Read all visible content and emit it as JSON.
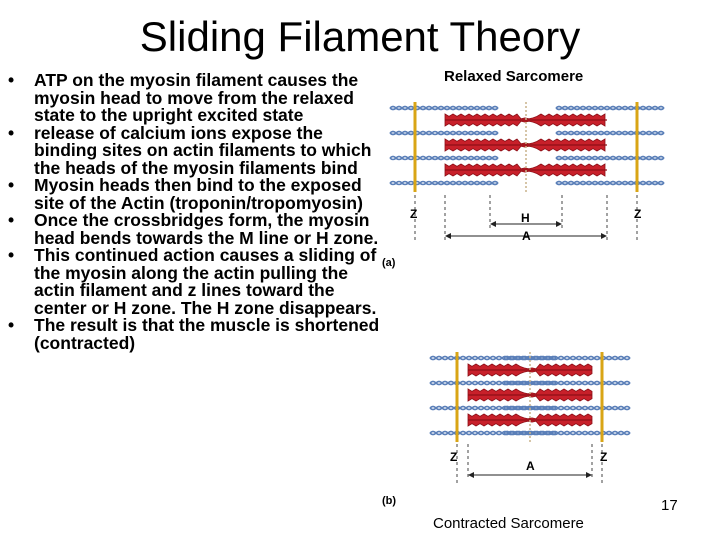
{
  "slide": {
    "title": "Sliding Filament Theory",
    "bullets": [
      "ATP on the myosin filament causes the myosin head to move from the relaxed state to the upright excited state",
      "release of calcium ions expose the binding sites on actin filaments to which the heads of the myosin filaments bind",
      "Myosin heads then bind to the exposed site of the Actin (troponin/tropomyosin)",
      "Once the crossbridges form, the myosin head bends towards the M line or H zone.",
      "This continued action causes a sliding of the myosin along the actin pulling the actin filament and z lines toward the center or H zone. The H zone disappears.",
      "The result is that the muscle is shortened (contracted)"
    ],
    "bullet_glyph": "•",
    "page_number": "17"
  },
  "diagram": {
    "relaxed_label": "Relaxed Sarcomere",
    "contracted_label": "Contracted Sarcomere",
    "panel_a": {
      "tag": "(a)",
      "z_left": "Z",
      "z_right": "Z",
      "h_label": "H",
      "a_label": "A"
    },
    "panel_b": {
      "tag": "(b)",
      "z_left": "Z",
      "z_right": "Z",
      "a_label": "A"
    },
    "colors": {
      "myosin": "#c8202a",
      "myosin_dark": "#8e0f17",
      "actin": "#5a7fb8",
      "zline": "#d9a516",
      "mline": "#c9b28a"
    }
  }
}
